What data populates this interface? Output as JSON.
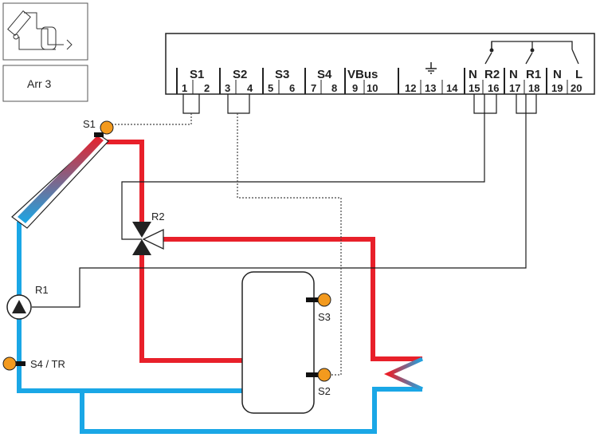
{
  "arrangement": {
    "label": "Arr 3"
  },
  "controller": {
    "terminal_groups": [
      {
        "name": "S1",
        "numbers": [
          "1",
          "2"
        ]
      },
      {
        "name": "S2",
        "numbers": [
          "3",
          "4"
        ]
      },
      {
        "name": "S3",
        "numbers": [
          "5",
          "6"
        ]
      },
      {
        "name": "S4",
        "numbers": [
          "7",
          "8"
        ]
      },
      {
        "name": "VBus",
        "numbers": [
          "9",
          "10"
        ]
      },
      {
        "name": "",
        "numbers": [
          "12",
          "13",
          "14"
        ]
      },
      {
        "name": "N",
        "numbers": [
          "15"
        ]
      },
      {
        "name": "R2",
        "numbers": [
          "16"
        ]
      },
      {
        "name": "N",
        "numbers": [
          "17"
        ]
      },
      {
        "name": "R1",
        "numbers": [
          "18"
        ]
      },
      {
        "name": "N",
        "numbers": [
          "19"
        ]
      },
      {
        "name": "L",
        "numbers": [
          "20"
        ]
      }
    ],
    "ground_symbol": "earth-icon"
  },
  "components": {
    "collector_sensor": "S1",
    "valve": "R2",
    "pump": "R1",
    "return_sensor": "S4 / TR",
    "store_upper_sensor": "S3",
    "store_lower_sensor": "S2"
  },
  "colors": {
    "hot_pipe": "#e8202a",
    "cold_pipe": "#1aa7e6",
    "sensor": "#f39a1e",
    "wire": "#1a1a1a",
    "dotted_wire": "#444444"
  }
}
